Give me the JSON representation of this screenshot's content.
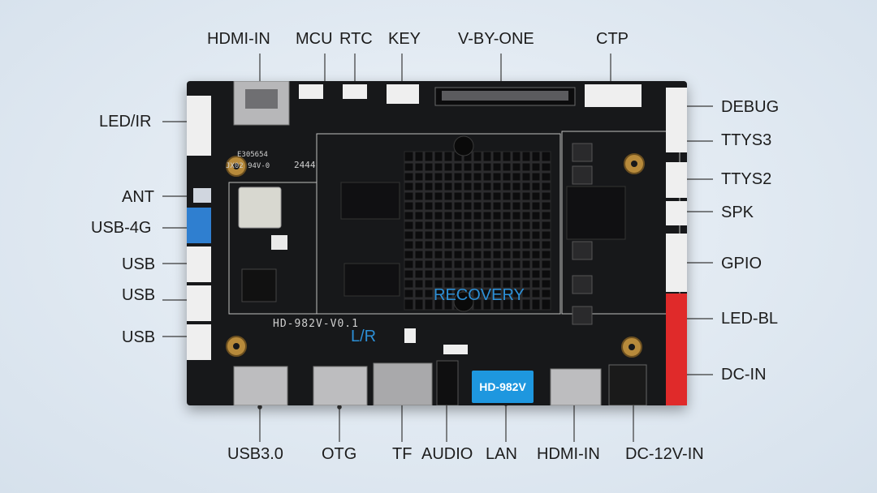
{
  "labels": {
    "hdmi_in_top": "HDMI-IN",
    "mcu": "MCU",
    "rtc": "RTC",
    "key": "KEY",
    "v_by_one": "V-BY-ONE",
    "ctp": "CTP",
    "led_ir": "LED/IR",
    "ant": "ANT",
    "usb_4g": "USB-4G",
    "usb_1": "USB",
    "usb_2": "USB",
    "usb_3": "USB",
    "debug": "DEBUG",
    "ttys3": "TTYS3",
    "ttys2": "TTYS2",
    "spk": "SPK",
    "gpio": "GPIO",
    "led_bl": "LED-BL",
    "dc_in": "DC-IN",
    "recovery": "RECOVERY",
    "lr": "L/R",
    "usb30": "USB3.0",
    "otg": "OTG",
    "tf": "TF",
    "audio": "AUDIO",
    "lan": "LAN",
    "hdmi_in_bottom": "HDMI-IN",
    "dc_12v_in": "DC-12V-IN"
  },
  "board": {
    "model_badge": "HD-982V",
    "silkscreen_model": "HD-982V-V0.1",
    "silk_cert": "E305654",
    "silk_code": "JX02 94V-0",
    "silk_date": "2444"
  },
  "colors": {
    "background": "#dfe8f1",
    "board": "#17181a",
    "accent_blue": "#2c8fd6",
    "badge_blue": "#1e97df",
    "connector_red": "#e02a2a",
    "connector_white": "#efefef",
    "connector_blue": "#2f7fd0"
  }
}
